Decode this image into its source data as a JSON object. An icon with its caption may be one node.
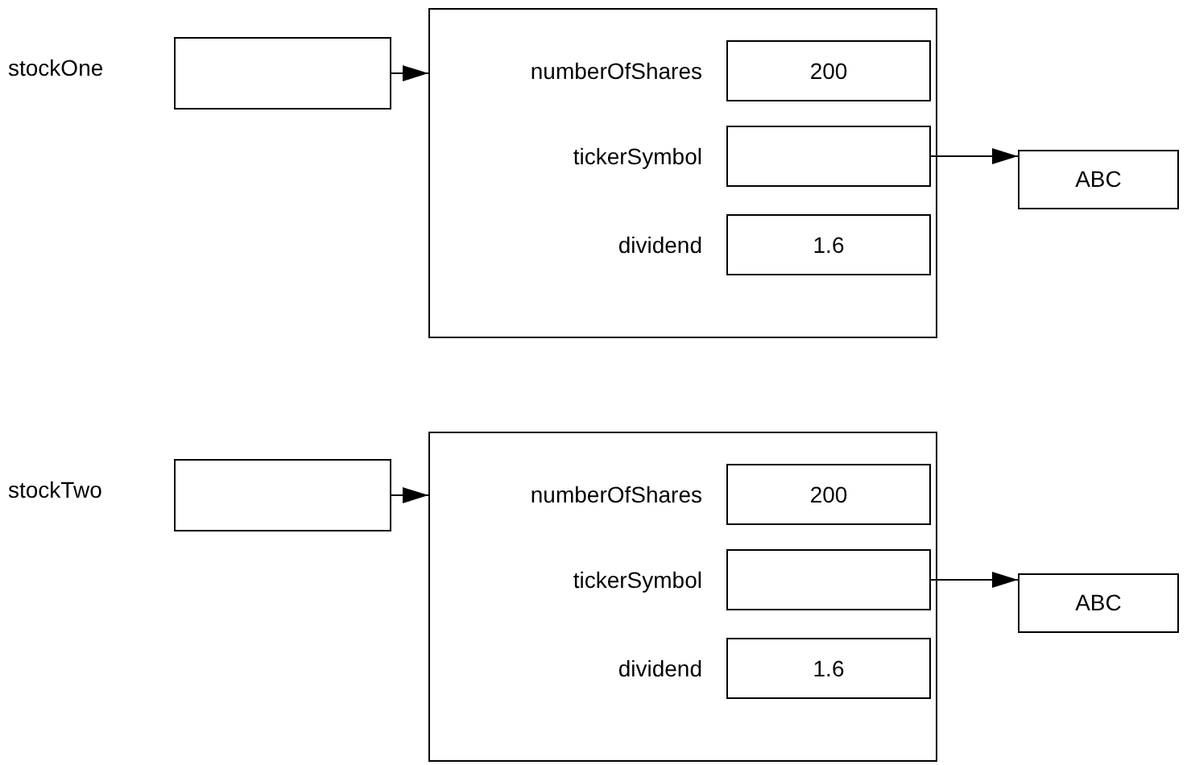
{
  "diagram": {
    "nodes": [
      {
        "text": [],
        "shape": "box",
        "beside": [
          "stockOne"
        ]
      },
      {
        "text": [],
        "shape": "box"
      },
      {
        "text": [
          "200"
        ],
        "beside": [
          "numberOfShares"
        ],
        "in": 1
      },
      {
        "text": [],
        "shape": "box",
        "beside": [
          "tickerSymbol"
        ],
        "in": 1
      },
      {
        "text": [
          "1.6"
        ],
        "beside": [
          "dividend"
        ],
        "in": 1
      },
      {
        "text": [
          "ABC"
        ]
      },
      {
        "text": [],
        "shape": "box",
        "beside": [
          "stockTwo"
        ]
      },
      {
        "text": [],
        "shape": "box"
      },
      {
        "text": [
          "200"
        ],
        "beside": [
          "numberOfShares"
        ],
        "in": 7
      },
      {
        "text": [],
        "shape": "box",
        "beside": [
          "tickerSymbol"
        ],
        "in": 7
      },
      {
        "text": [
          "1.6"
        ],
        "beside": [
          "dividend"
        ],
        "in": 7
      },
      {
        "text": [
          "ABC"
        ]
      }
    ],
    "edges": [
      {
        "from": 0,
        "to": 1,
        "arrow": "to"
      },
      {
        "from": 3,
        "to": 5,
        "arrow": "to"
      },
      {
        "from": 6,
        "to": 7,
        "arrow": "to"
      },
      {
        "from": 9,
        "to": 11,
        "arrow": "to"
      }
    ]
  }
}
